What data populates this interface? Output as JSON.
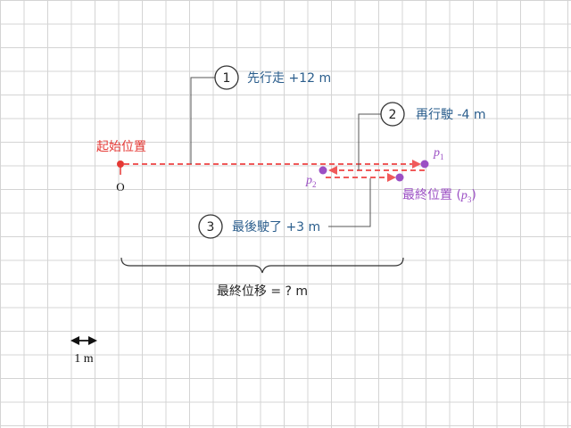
{
  "start_label": "起始位置",
  "origin_label": "O",
  "steps": [
    {
      "number": "1",
      "text": "先行走 +12 m"
    },
    {
      "number": "2",
      "text": "再行駛 -4 m"
    },
    {
      "number": "3",
      "text": "最後駛了 +3 m"
    }
  ],
  "points": {
    "p1": {
      "letter": "p",
      "sub": "1"
    },
    "p2": {
      "letter": "p",
      "sub": "2"
    },
    "p3": {
      "prefix": "最終位置 (",
      "letter": "p",
      "sub": "3",
      "suffix": ")"
    }
  },
  "final_label": "最終位移 = ? m",
  "scale_label": "1 m",
  "colors": {
    "path": "#f05a5a",
    "point": "#9b4fc4",
    "origin": "#e53935",
    "blue_text": "#2a5d8c",
    "leader": "#555555"
  }
}
